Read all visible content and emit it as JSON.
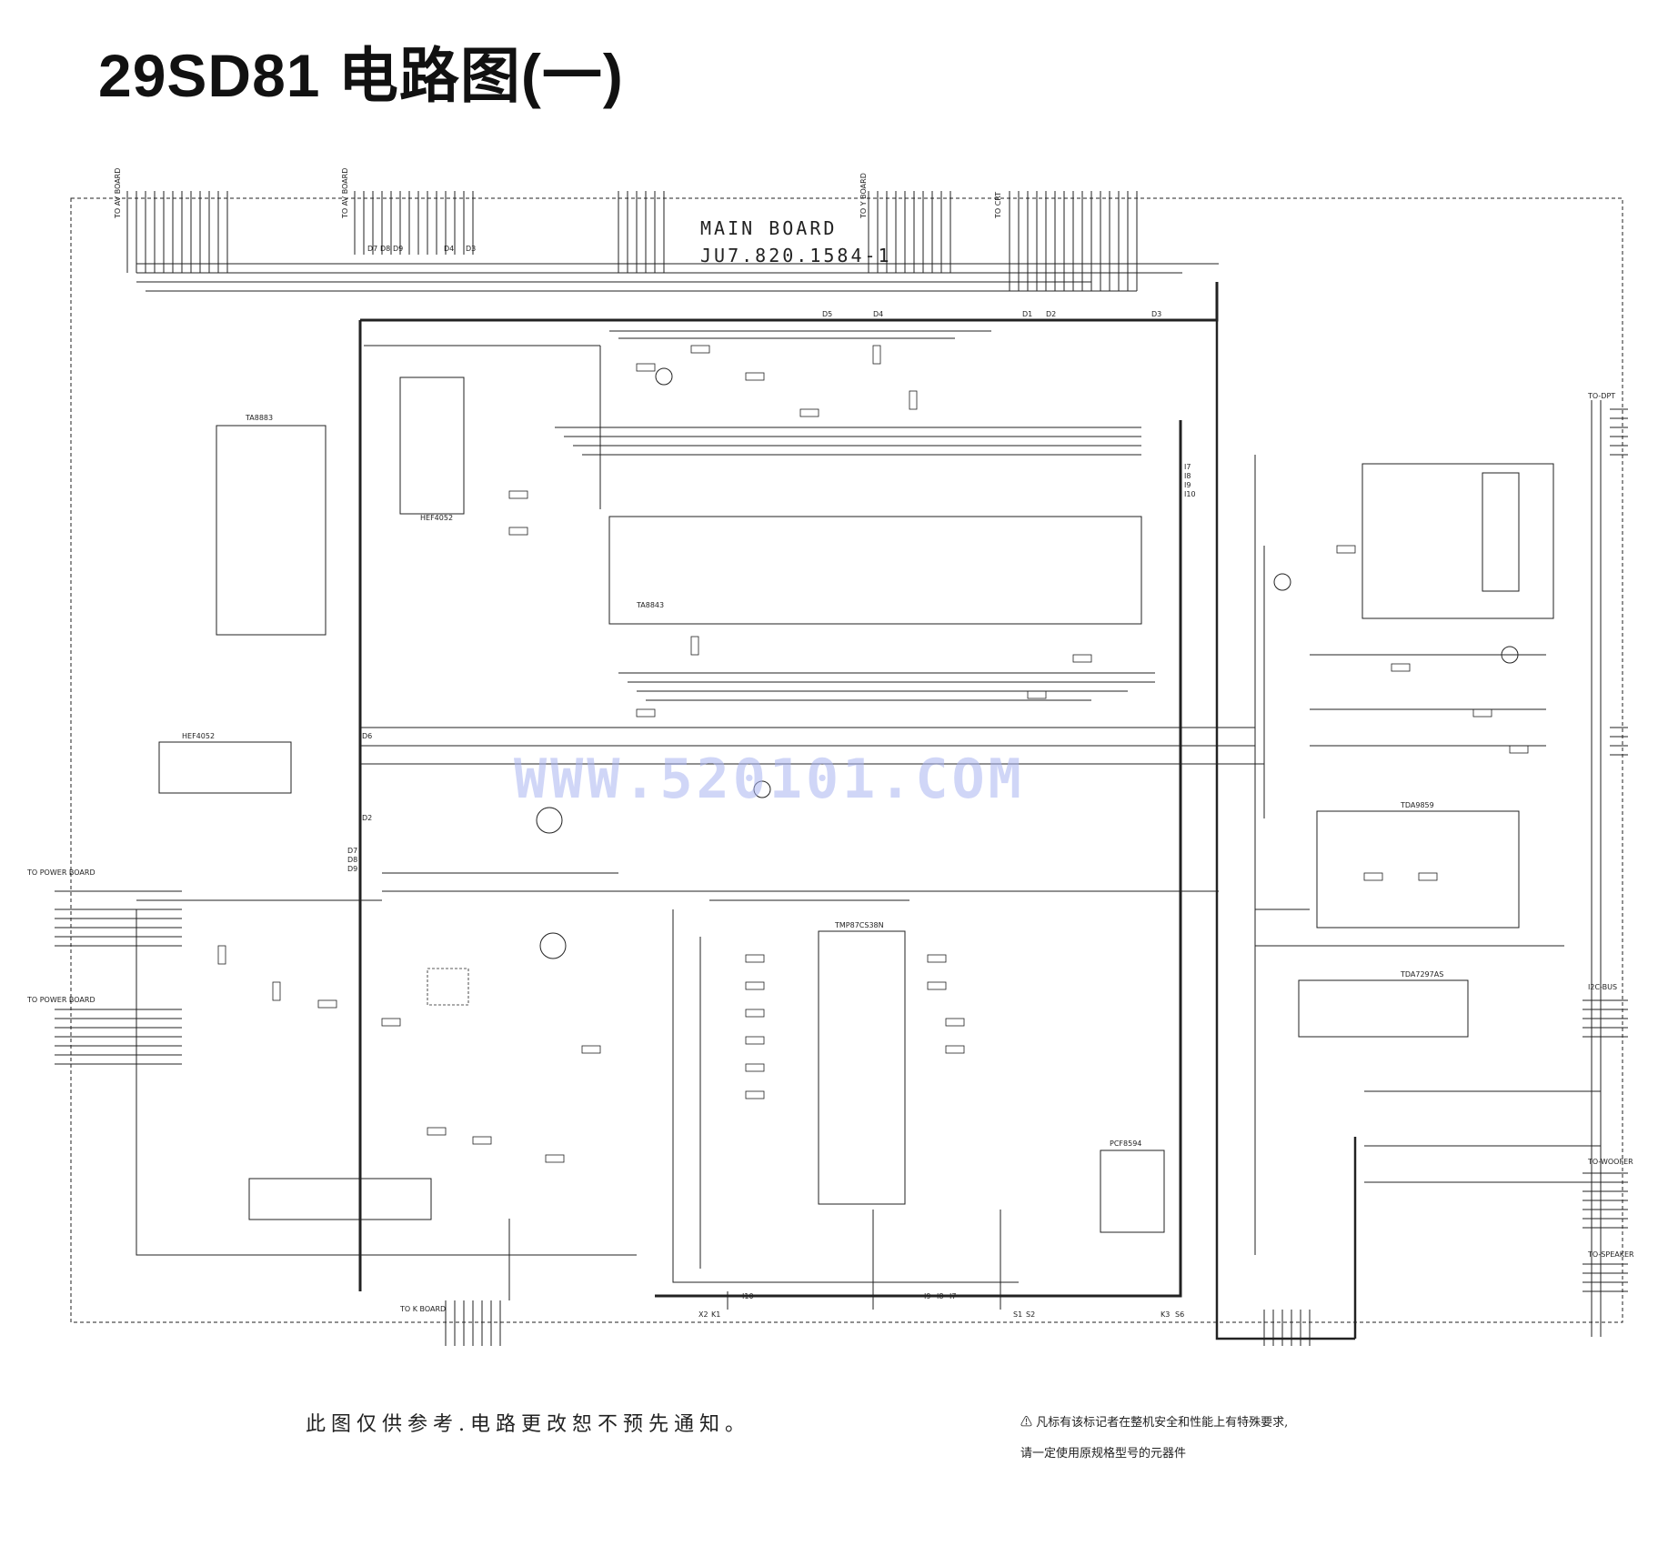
{
  "title": "29SD81 电路图(一)",
  "board": {
    "name": "MAIN BOARD",
    "part_no": "JU7.820.1584-1"
  },
  "watermark": "WWW.520101.COM",
  "notes": {
    "left": "此图仅供参考.电路更改恕不预先通知。",
    "right_line1": "⚠ 凡标有该标记者在整机安全和性能上有特殊要求,",
    "right_line2": "请一定使用原规格型号的元器件"
  },
  "connectors": {
    "av_board_top": "TO AV BOARD",
    "av_board_top2": "TO AV BOARD",
    "y_board": "TO Y BOARD",
    "crt": "TO CRT",
    "power_board": "TO POWER BOARD",
    "power_board2": "TO POWER BOARD",
    "k_board": "TO K BOARD",
    "i2c_bus": "I2C-BUS",
    "woofer": "TO-WOOFER",
    "speaker": "TO-SPEAKER",
    "dpt": "TO-DPT"
  },
  "chips": {
    "n601": "TA8883",
    "n201": "TA8843",
    "n001": "TMP87CS38N",
    "n401": "TDA9859",
    "n601b": "TDA7297AS",
    "n602": "PCF8594",
    "n502": "HEF4052",
    "n501": "HEF4052"
  },
  "bus_labels": [
    "D7",
    "D8",
    "D9",
    "D4",
    "D3",
    "D5",
    "D4",
    "D1",
    "D2",
    "D3",
    "D6",
    "D2",
    "D7",
    "D8",
    "D9",
    "I7",
    "I8",
    "I9",
    "I10",
    "I10",
    "I9",
    "I8",
    "I7",
    "S1",
    "S2",
    "K3",
    "S6",
    "X2",
    "K1"
  ]
}
